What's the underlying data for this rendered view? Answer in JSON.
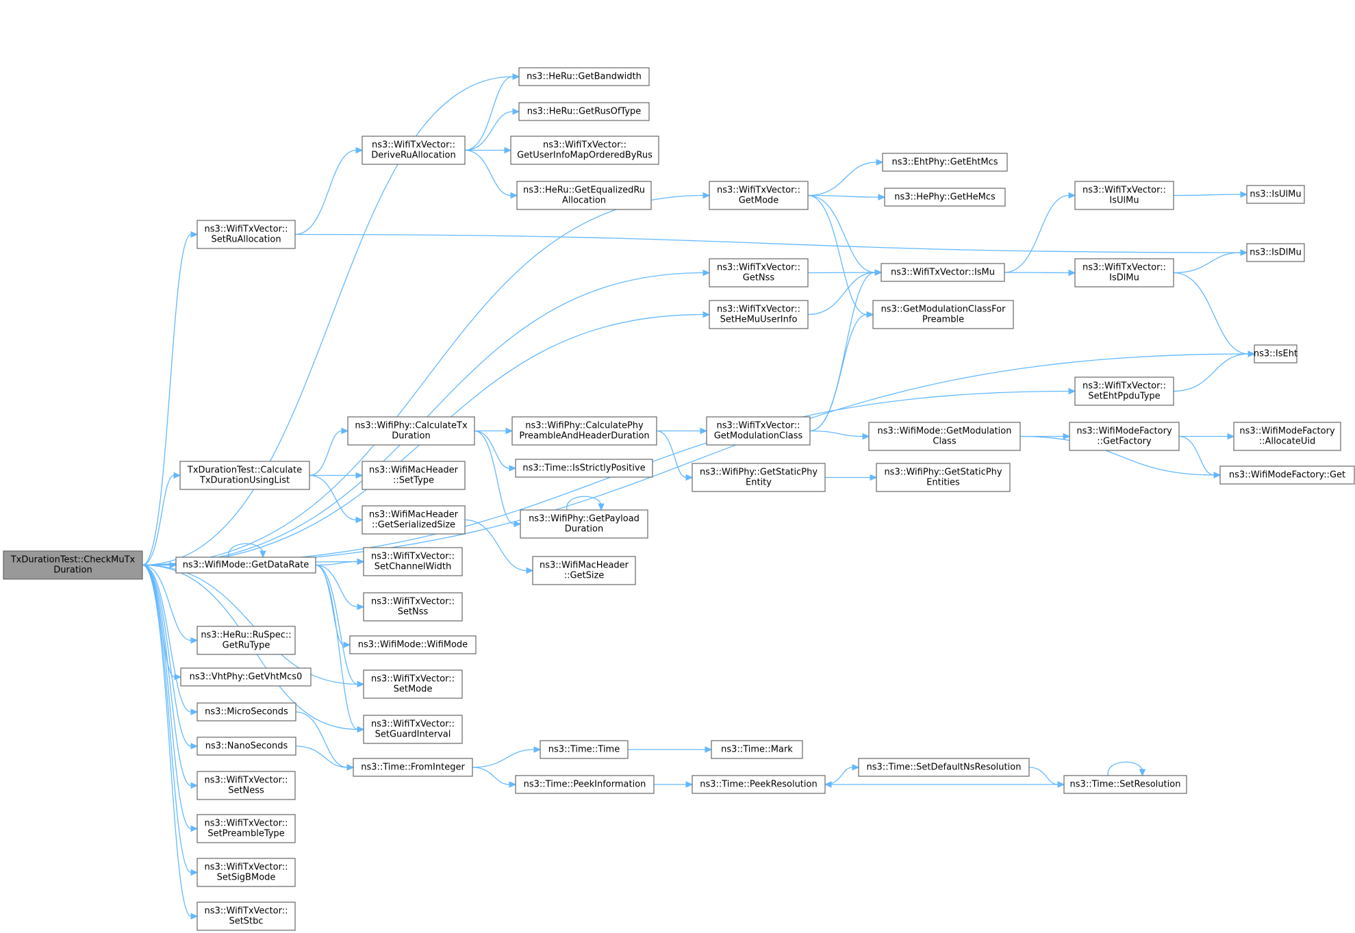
{
  "graph": {
    "root": "TxDurationTest::CheckMuTx Duration",
    "colors": {
      "edge": "#63b8ff",
      "node_border": "#666666",
      "root_fill": "#999999",
      "node_fill": "#ffffff"
    },
    "nodes": [
      {
        "id": "root",
        "lines": [
          "TxDurationTest::CheckMuTx",
          "Duration"
        ]
      },
      {
        "id": "setRuAlloc",
        "lines": [
          "ns3::WifiTxVector::",
          "SetRuAllocation"
        ]
      },
      {
        "id": "deriveRu",
        "lines": [
          "ns3::WifiTxVector::",
          "DeriveRuAllocation"
        ]
      },
      {
        "id": "getBandwidth",
        "lines": [
          "ns3::HeRu::GetBandwidth"
        ]
      },
      {
        "id": "getRusOfType",
        "lines": [
          "ns3::HeRu::GetRusOfType"
        ]
      },
      {
        "id": "getUserInfoMap",
        "lines": [
          "ns3::WifiTxVector::",
          "GetUserInfoMapOrderedByRus"
        ]
      },
      {
        "id": "getEqualizedRu",
        "lines": [
          "ns3::HeRu::GetEqualizedRu",
          "Allocation"
        ]
      },
      {
        "id": "getMode",
        "lines": [
          "ns3::WifiTxVector::",
          "GetMode"
        ]
      },
      {
        "id": "getEhtMcs",
        "lines": [
          "ns3::EhtPhy::GetEhtMcs"
        ]
      },
      {
        "id": "getHeMcs",
        "lines": [
          "ns3::HePhy::GetHeMcs"
        ]
      },
      {
        "id": "isMu",
        "lines": [
          "ns3::WifiTxVector::IsMu"
        ]
      },
      {
        "id": "getModClassPreamble",
        "lines": [
          "ns3::GetModulationClassFor",
          "Preamble"
        ]
      },
      {
        "id": "isUlMuV",
        "lines": [
          "ns3::WifiTxVector::",
          "IsUlMu"
        ]
      },
      {
        "id": "isUlMu",
        "lines": [
          "ns3::IsUlMu"
        ]
      },
      {
        "id": "isDlMuV",
        "lines": [
          "ns3::WifiTxVector::",
          "IsDlMu"
        ]
      },
      {
        "id": "isDlMu",
        "lines": [
          "ns3::IsDlMu"
        ]
      },
      {
        "id": "isEht",
        "lines": [
          "ns3::IsEht"
        ]
      },
      {
        "id": "getNss",
        "lines": [
          "ns3::WifiTxVector::",
          "GetNss"
        ]
      },
      {
        "id": "setHeMuUserInfo",
        "lines": [
          "ns3::WifiTxVector::",
          "SetHeMuUserInfo"
        ]
      },
      {
        "id": "setEhtPpdu",
        "lines": [
          "ns3::WifiTxVector::",
          "SetEhtPpduType"
        ]
      },
      {
        "id": "calcTxList",
        "lines": [
          "TxDurationTest::Calculate",
          "TxDurationUsingList"
        ]
      },
      {
        "id": "calcTxDur",
        "lines": [
          "ns3::WifiPhy::CalculateTx",
          "Duration"
        ]
      },
      {
        "id": "calcPhyPre",
        "lines": [
          "ns3::WifiPhy::CalculatePhy",
          "PreambleAndHeaderDuration"
        ]
      },
      {
        "id": "getModClass",
        "lines": [
          "ns3::WifiTxVector::",
          "GetModulationClass"
        ]
      },
      {
        "id": "wmGetModClass",
        "lines": [
          "ns3::WifiMode::GetModulation",
          "Class"
        ]
      },
      {
        "id": "wmfGetFactory",
        "lines": [
          "ns3::WifiModeFactory",
          "::GetFactory"
        ]
      },
      {
        "id": "wmfAllocateUid",
        "lines": [
          "ns3::WifiModeFactory",
          "::AllocateUid"
        ]
      },
      {
        "id": "wmfGet",
        "lines": [
          "ns3::WifiModeFactory::Get"
        ]
      },
      {
        "id": "getStaticPhyEntity",
        "lines": [
          "ns3::WifiPhy::GetStaticPhy",
          "Entity"
        ]
      },
      {
        "id": "getStaticPhyEntities",
        "lines": [
          "ns3::WifiPhy::GetStaticPhy",
          "Entities"
        ]
      },
      {
        "id": "isStrictlyPos",
        "lines": [
          "ns3::Time::IsStrictlyPositive"
        ]
      },
      {
        "id": "getPayloadDur",
        "lines": [
          "ns3::WifiPhy::GetPayload",
          "Duration"
        ]
      },
      {
        "id": "macSetType",
        "lines": [
          "ns3::WifiMacHeader",
          "::SetType"
        ]
      },
      {
        "id": "macGetSerSize",
        "lines": [
          "ns3::WifiMacHeader",
          "::GetSerializedSize"
        ]
      },
      {
        "id": "macGetSize",
        "lines": [
          "ns3::WifiMacHeader",
          "::GetSize"
        ]
      },
      {
        "id": "getDataRate",
        "lines": [
          "ns3::WifiMode::GetDataRate"
        ]
      },
      {
        "id": "setChanWidth",
        "lines": [
          "ns3::WifiTxVector::",
          "SetChannelWidth"
        ]
      },
      {
        "id": "setNss",
        "lines": [
          "ns3::WifiTxVector::",
          "SetNss"
        ]
      },
      {
        "id": "wifiModeCtor",
        "lines": [
          "ns3::WifiMode::WifiMode"
        ]
      },
      {
        "id": "setMode",
        "lines": [
          "ns3::WifiTxVector::",
          "SetMode"
        ]
      },
      {
        "id": "setGuardInt",
        "lines": [
          "ns3::WifiTxVector::",
          "SetGuardInterval"
        ]
      },
      {
        "id": "getRuType",
        "lines": [
          "ns3::HeRu::RuSpec::",
          "GetRuType"
        ]
      },
      {
        "id": "getVhtMcs0",
        "lines": [
          "ns3::VhtPhy::GetVhtMcs0"
        ]
      },
      {
        "id": "microSeconds",
        "lines": [
          "ns3::MicroSeconds"
        ]
      },
      {
        "id": "nanoSeconds",
        "lines": [
          "ns3::NanoSeconds"
        ]
      },
      {
        "id": "fromInteger",
        "lines": [
          "ns3::Time::FromInteger"
        ]
      },
      {
        "id": "timeCtor",
        "lines": [
          "ns3::Time::Time"
        ]
      },
      {
        "id": "timeMark",
        "lines": [
          "ns3::Time::Mark"
        ]
      },
      {
        "id": "peekInfo",
        "lines": [
          "ns3::Time::PeekInformation"
        ]
      },
      {
        "id": "peekRes",
        "lines": [
          "ns3::Time::PeekResolution"
        ]
      },
      {
        "id": "setDefNsRes",
        "lines": [
          "ns3::Time::SetDefaultNsResolution"
        ]
      },
      {
        "id": "setRes",
        "lines": [
          "ns3::Time::SetResolution"
        ]
      },
      {
        "id": "setNess",
        "lines": [
          "ns3::WifiTxVector::",
          "SetNess"
        ]
      },
      {
        "id": "setPreamble",
        "lines": [
          "ns3::WifiTxVector::",
          "SetPreambleType"
        ]
      },
      {
        "id": "setSigB",
        "lines": [
          "ns3::WifiTxVector::",
          "SetSigBMode"
        ]
      },
      {
        "id": "setStbc",
        "lines": [
          "ns3::WifiTxVector::",
          "SetStbc"
        ]
      }
    ],
    "edges": [
      [
        "root",
        "getMode"
      ],
      [
        "root",
        "getBandwidth"
      ],
      [
        "root",
        "setRuAlloc"
      ],
      [
        "root",
        "getNss"
      ],
      [
        "root",
        "setHeMuUserInfo"
      ],
      [
        "root",
        "isEht"
      ],
      [
        "root",
        "setEhtPpdu"
      ],
      [
        "root",
        "calcTxList"
      ],
      [
        "root",
        "setChanWidth"
      ],
      [
        "root",
        "getDataRate"
      ],
      [
        "root",
        "setGuardInt"
      ],
      [
        "root",
        "setMode"
      ],
      [
        "root",
        "getRuType"
      ],
      [
        "root",
        "getVhtMcs0"
      ],
      [
        "root",
        "microSeconds"
      ],
      [
        "root",
        "nanoSeconds"
      ],
      [
        "root",
        "setNess"
      ],
      [
        "root",
        "setPreamble"
      ],
      [
        "root",
        "setSigB"
      ],
      [
        "root",
        "setStbc"
      ],
      [
        "setRuAlloc",
        "deriveRu"
      ],
      [
        "setRuAlloc",
        "isDlMu"
      ],
      [
        "deriveRu",
        "getBandwidth"
      ],
      [
        "deriveRu",
        "getRusOfType"
      ],
      [
        "deriveRu",
        "getUserInfoMap"
      ],
      [
        "deriveRu",
        "getEqualizedRu"
      ],
      [
        "getMode",
        "getEhtMcs"
      ],
      [
        "getMode",
        "getHeMcs"
      ],
      [
        "getMode",
        "isMu"
      ],
      [
        "getMode",
        "getModClassPreamble"
      ],
      [
        "getNss",
        "isMu"
      ],
      [
        "setHeMuUserInfo",
        "isMu"
      ],
      [
        "isMu",
        "isUlMuV"
      ],
      [
        "isMu",
        "isDlMuV"
      ],
      [
        "isUlMuV",
        "isUlMu"
      ],
      [
        "isDlMuV",
        "isDlMu"
      ],
      [
        "isDlMuV",
        "isEht"
      ],
      [
        "setEhtPpdu",
        "isEht"
      ],
      [
        "calcTxList",
        "calcTxDur"
      ],
      [
        "calcTxList",
        "macSetType"
      ],
      [
        "calcTxList",
        "macGetSerSize"
      ],
      [
        "calcTxDur",
        "calcPhyPre"
      ],
      [
        "calcTxDur",
        "isStrictlyPos"
      ],
      [
        "calcTxDur",
        "getPayloadDur"
      ],
      [
        "calcPhyPre",
        "getModClass"
      ],
      [
        "calcPhyPre",
        "getStaticPhyEntity"
      ],
      [
        "getModClass",
        "isMu"
      ],
      [
        "getModClass",
        "getModClassPreamble"
      ],
      [
        "getModClass",
        "wmGetModClass"
      ],
      [
        "wmGetModClass",
        "wmfGetFactory"
      ],
      [
        "wmGetModClass",
        "wmfGet"
      ],
      [
        "wmfGetFactory",
        "wmfAllocateUid"
      ],
      [
        "wmfGetFactory",
        "wmfGet"
      ],
      [
        "getStaticPhyEntity",
        "getStaticPhyEntities"
      ],
      [
        "getPayloadDur",
        "getPayloadDur"
      ],
      [
        "macGetSerSize",
        "macGetSize"
      ],
      [
        "getDataRate",
        "getDataRate"
      ],
      [
        "getDataRate",
        "setChanWidth"
      ],
      [
        "getDataRate",
        "setNss"
      ],
      [
        "getDataRate",
        "wifiModeCtor"
      ],
      [
        "getDataRate",
        "setMode"
      ],
      [
        "getDataRate",
        "setGuardInt"
      ],
      [
        "microSeconds",
        "fromInteger"
      ],
      [
        "nanoSeconds",
        "fromInteger"
      ],
      [
        "fromInteger",
        "timeCtor"
      ],
      [
        "fromInteger",
        "peekInfo"
      ],
      [
        "timeCtor",
        "timeMark"
      ],
      [
        "peekInfo",
        "peekRes"
      ],
      [
        "peekRes",
        "setDefNsRes"
      ],
      [
        "setDefNsRes",
        "setRes"
      ],
      [
        "setRes",
        "peekRes"
      ],
      [
        "setRes",
        "setRes"
      ]
    ]
  }
}
